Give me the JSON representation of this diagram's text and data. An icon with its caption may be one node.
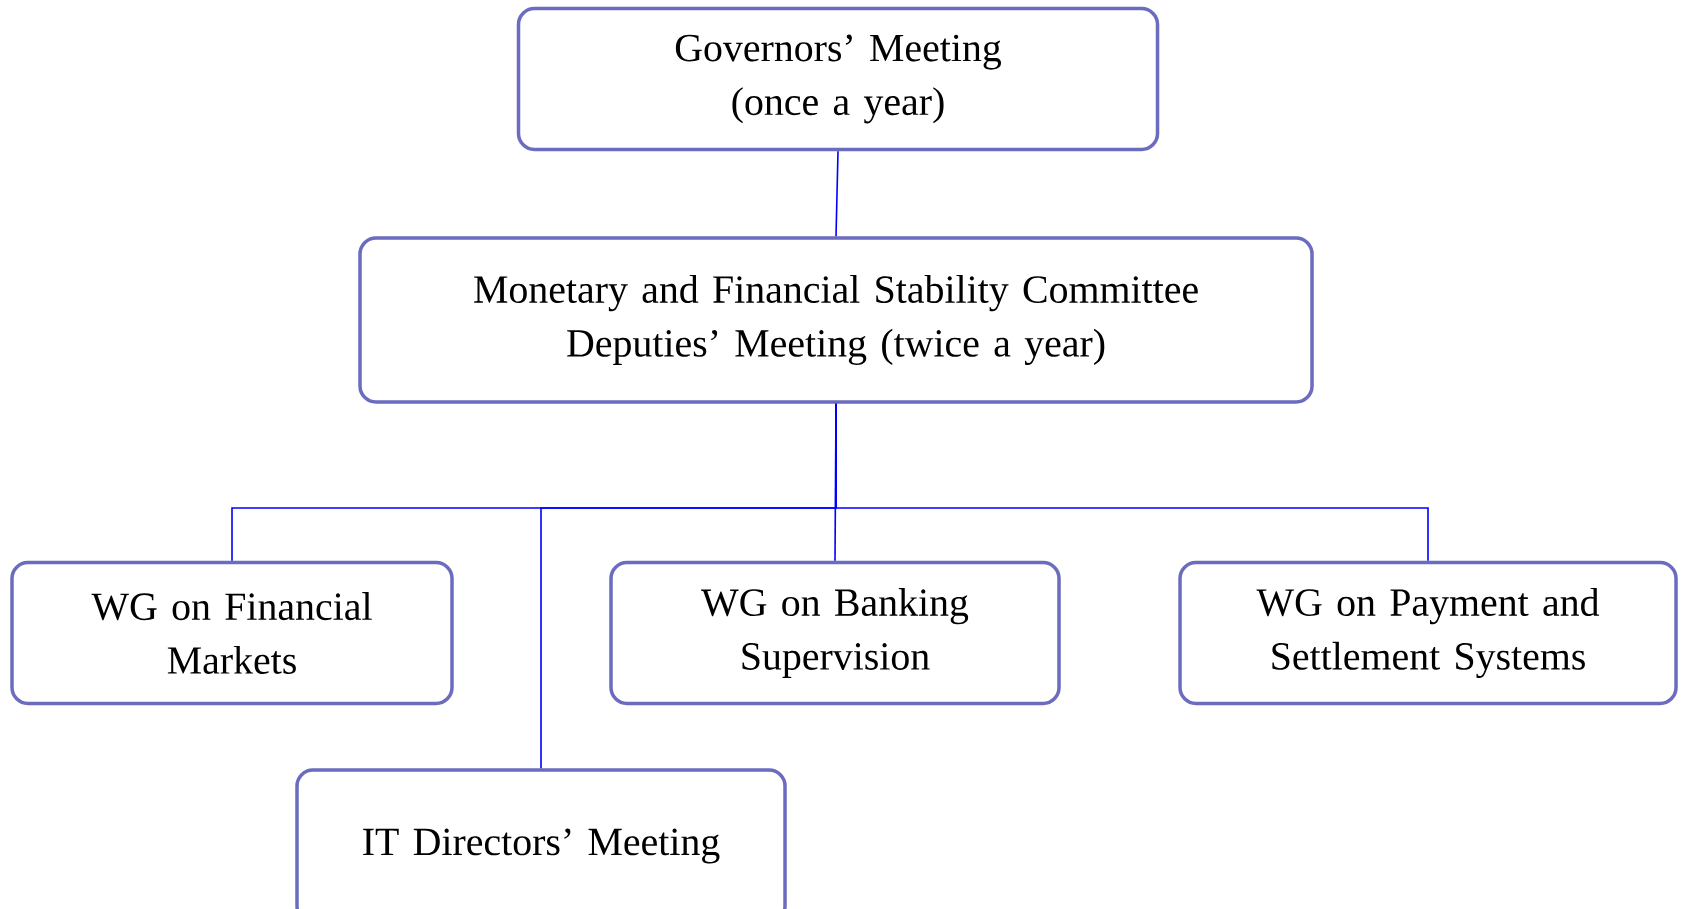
{
  "diagram": {
    "nodes": [
      {
        "text": [
          "Governors’ Meeting (once a year)"
        ]
      },
      {
        "text": [
          "Monetary and Financial Stability Committee Deputies’ Meeting (twice a year)"
        ]
      },
      {
        "text": [
          "WG on Financial Markets"
        ]
      },
      {
        "text": [
          "WG on Banking Supervision"
        ]
      },
      {
        "text": [
          "WG on Payment and Settlement Systems"
        ]
      },
      {
        "text": [
          "IT Directors’ Meeting"
        ]
      }
    ],
    "edges": [
      {
        "from": 0,
        "to": 1,
        "arrow": "none"
      },
      {
        "from": 1,
        "to": 2,
        "arrow": "none"
      },
      {
        "from": 1,
        "to": 3,
        "arrow": "none"
      },
      {
        "from": 1,
        "to": 4,
        "arrow": "none"
      },
      {
        "from": 1,
        "to": 5,
        "arrow": "none"
      }
    ]
  }
}
